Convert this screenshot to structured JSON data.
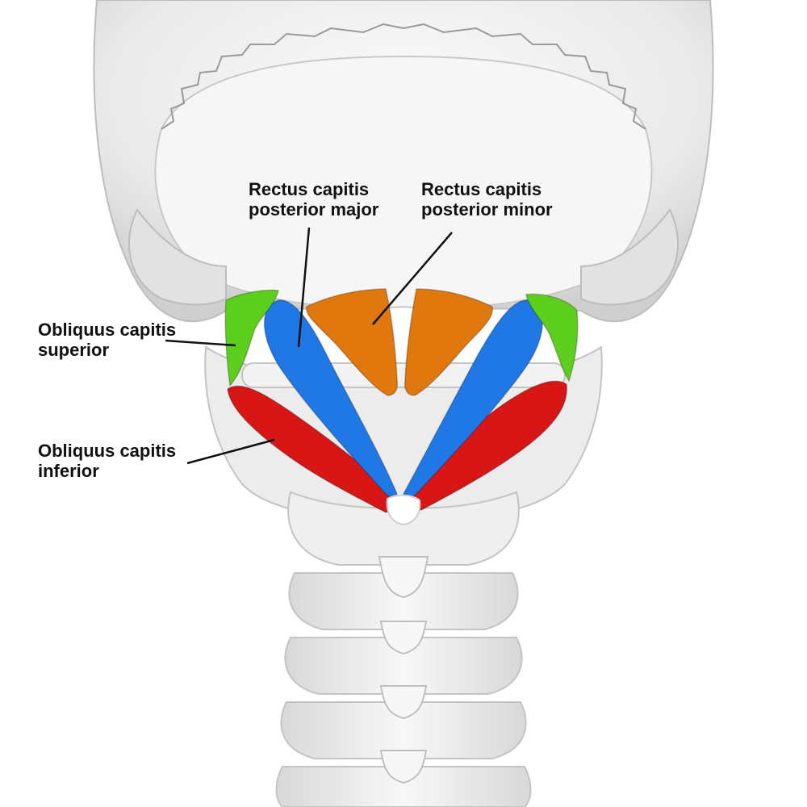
{
  "labels": {
    "rectus_capitis_posterior_major": {
      "line1": "Rectus capitis",
      "line2": "posterior major"
    },
    "rectus_capitis_posterior_minor": {
      "line1": "Rectus capitis",
      "line2": "posterior minor"
    },
    "obliquus_capitis_superior": {
      "line1": "Obliquus capitis",
      "line2": "superior"
    },
    "obliquus_capitis_inferior": {
      "line1": "Obliquus capitis",
      "line2": "inferior"
    }
  },
  "colors": {
    "rectus_capitis_posterior_major": "#1f78e6",
    "rectus_capitis_posterior_minor": "#e0780e",
    "obliquus_capitis_superior": "#5ccf1c",
    "obliquus_capitis_inferior": "#d91616",
    "bone": "#eeeeee",
    "bone_shadow": "#c9c9c9",
    "leader_line": "#111111"
  }
}
